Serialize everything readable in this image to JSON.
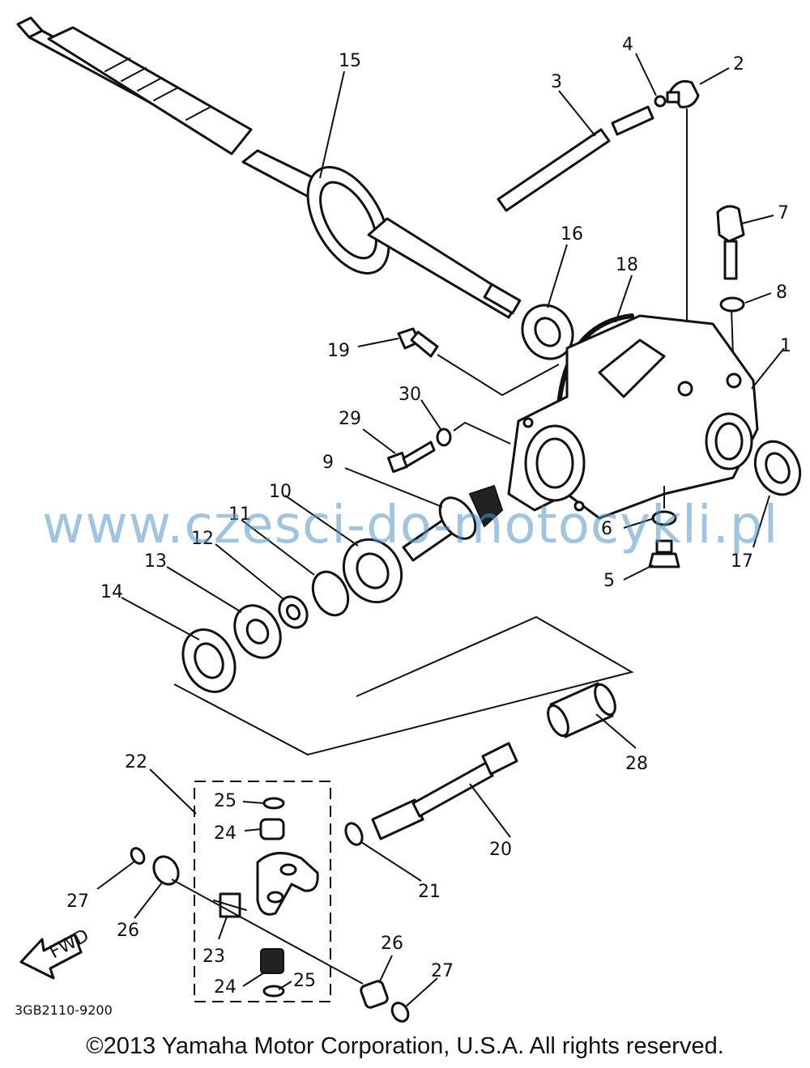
{
  "diagram": {
    "watermark": "www.czesci-do-motocykli.pl",
    "drawing_code": "3GB2110-9200",
    "copyright": "©2013 Yamaha Motor Corporation, U.S.A. All rights reserved.",
    "fwd_arrow_text": "FWD",
    "callouts": {
      "c1": "1",
      "c2": "2",
      "c3": "3",
      "c4": "4",
      "c5": "5",
      "c6": "6",
      "c7": "7",
      "c8": "8",
      "c9": "9",
      "c10": "10",
      "c11": "11",
      "c12": "12",
      "c13": "13",
      "c14": "14",
      "c15": "15",
      "c16": "16",
      "c17": "17",
      "c18": "18",
      "c19": "19",
      "c20": "20",
      "c21": "21",
      "c22": "22",
      "c23": "23",
      "c24a": "24",
      "c24b": "24",
      "c25a": "25",
      "c25b": "25",
      "c26a": "26",
      "c26b": "26",
      "c27a": "27",
      "c27b": "27",
      "c28": "28",
      "c29": "29",
      "c30": "30"
    }
  }
}
